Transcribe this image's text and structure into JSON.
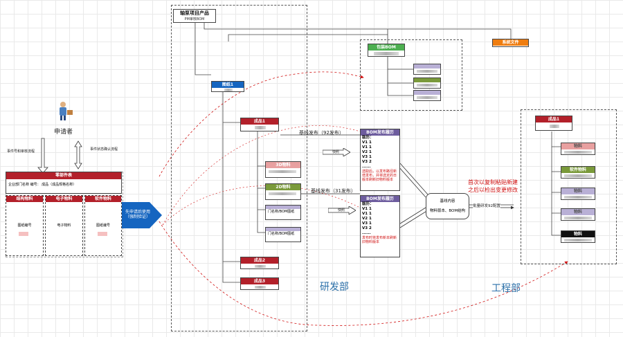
{
  "product": {
    "title": "轴泵项目产品",
    "subtitle": "PM审核BOM"
  },
  "packaging_bom": "包装BOM",
  "system_file": "系统文件",
  "drawing": "图纸1",
  "applicant": "申请者",
  "flow_left": "事件号和审核流程",
  "flow_right": "事件状态确认流程",
  "template": {
    "title": "零部件表",
    "row": "企业部门名称  编号：  成品（成品规格名称）",
    "columns": [
      "结构物料",
      "电子物料",
      "软件物料"
    ],
    "cells": [
      "图纸编号",
      "电子物料",
      "图纸编号"
    ]
  },
  "arrow_label": "先申请后使用（强制验证）",
  "rd_finished": [
    "成品1",
    "成品2",
    "成品3"
  ],
  "rd_subitems": [
    "3D物料",
    "2D物料",
    "门名称/BOM图纸",
    "门名称/BOM图纸"
  ],
  "baseline1": "基线发布（92发布）",
  "baseline2": "基线发布（31发布）",
  "copy_label": "快照",
  "history1": {
    "title": "BOM发布履历",
    "lines": [
      "版历：",
      "V1 1",
      "V1 1",
      "V2 1",
      "V3 1",
      "V3 2",
      "......"
    ],
    "note": "选取后，以发布路径新增发布，并将选定的日版本刷新旧物料版本"
  },
  "history2": {
    "title": "BOM发布履历",
    "lines": [
      "版历：",
      "V1 1",
      "V1 1",
      "V2 1",
      "V3 1",
      "V3 2",
      "......"
    ],
    "note": "发布时将发布新本刷新旧物料版本"
  },
  "baseline_box": {
    "title": "基线内容",
    "content": "物料版本、BOM结构"
  },
  "to_eng": "批量研发92配置",
  "first_note": [
    "首次以复制粘贴新建",
    "之后以检出变更修改"
  ],
  "eng_product": "成品1",
  "eng_items": [
    "物料",
    "软件物料",
    "物料",
    "物料",
    "物料"
  ],
  "rd_label": "研发部",
  "eng_label": "工程部"
}
